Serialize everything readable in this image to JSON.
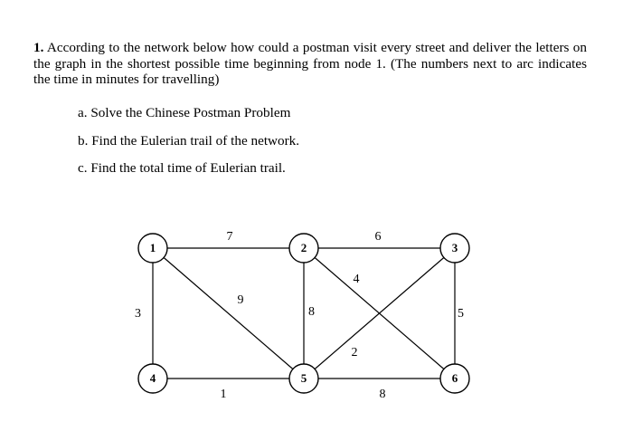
{
  "question": {
    "number": "1.",
    "text": " According to the network below how could a postman visit every street and deliver the letters on the graph in the shortest possible time beginning from node 1. (The numbers next to arc indicates the time in minutes for travelling)"
  },
  "parts": [
    {
      "text": "a. Solve the Chinese Postman Problem"
    },
    {
      "text": "b. Find the Eulerian trail of the network."
    },
    {
      "text": "c. Find the total time of Eulerian trail."
    }
  ],
  "graph": {
    "nodes": [
      {
        "id": "1",
        "label": "1"
      },
      {
        "id": "2",
        "label": "2"
      },
      {
        "id": "3",
        "label": "3"
      },
      {
        "id": "4",
        "label": "4"
      },
      {
        "id": "5",
        "label": "5"
      },
      {
        "id": "6",
        "label": "6"
      }
    ],
    "edges": [
      {
        "from": "1",
        "to": "2",
        "weight": "7"
      },
      {
        "from": "2",
        "to": "3",
        "weight": "6"
      },
      {
        "from": "1",
        "to": "4",
        "weight": "3"
      },
      {
        "from": "3",
        "to": "6",
        "weight": "5"
      },
      {
        "from": "4",
        "to": "5",
        "weight": "1"
      },
      {
        "from": "5",
        "to": "6",
        "weight": "8"
      },
      {
        "from": "1",
        "to": "5",
        "weight": "9"
      },
      {
        "from": "2",
        "to": "5",
        "weight": "8"
      },
      {
        "from": "2",
        "to": "6",
        "weight": "4"
      },
      {
        "from": "3",
        "to": "5",
        "weight": "2"
      }
    ]
  }
}
